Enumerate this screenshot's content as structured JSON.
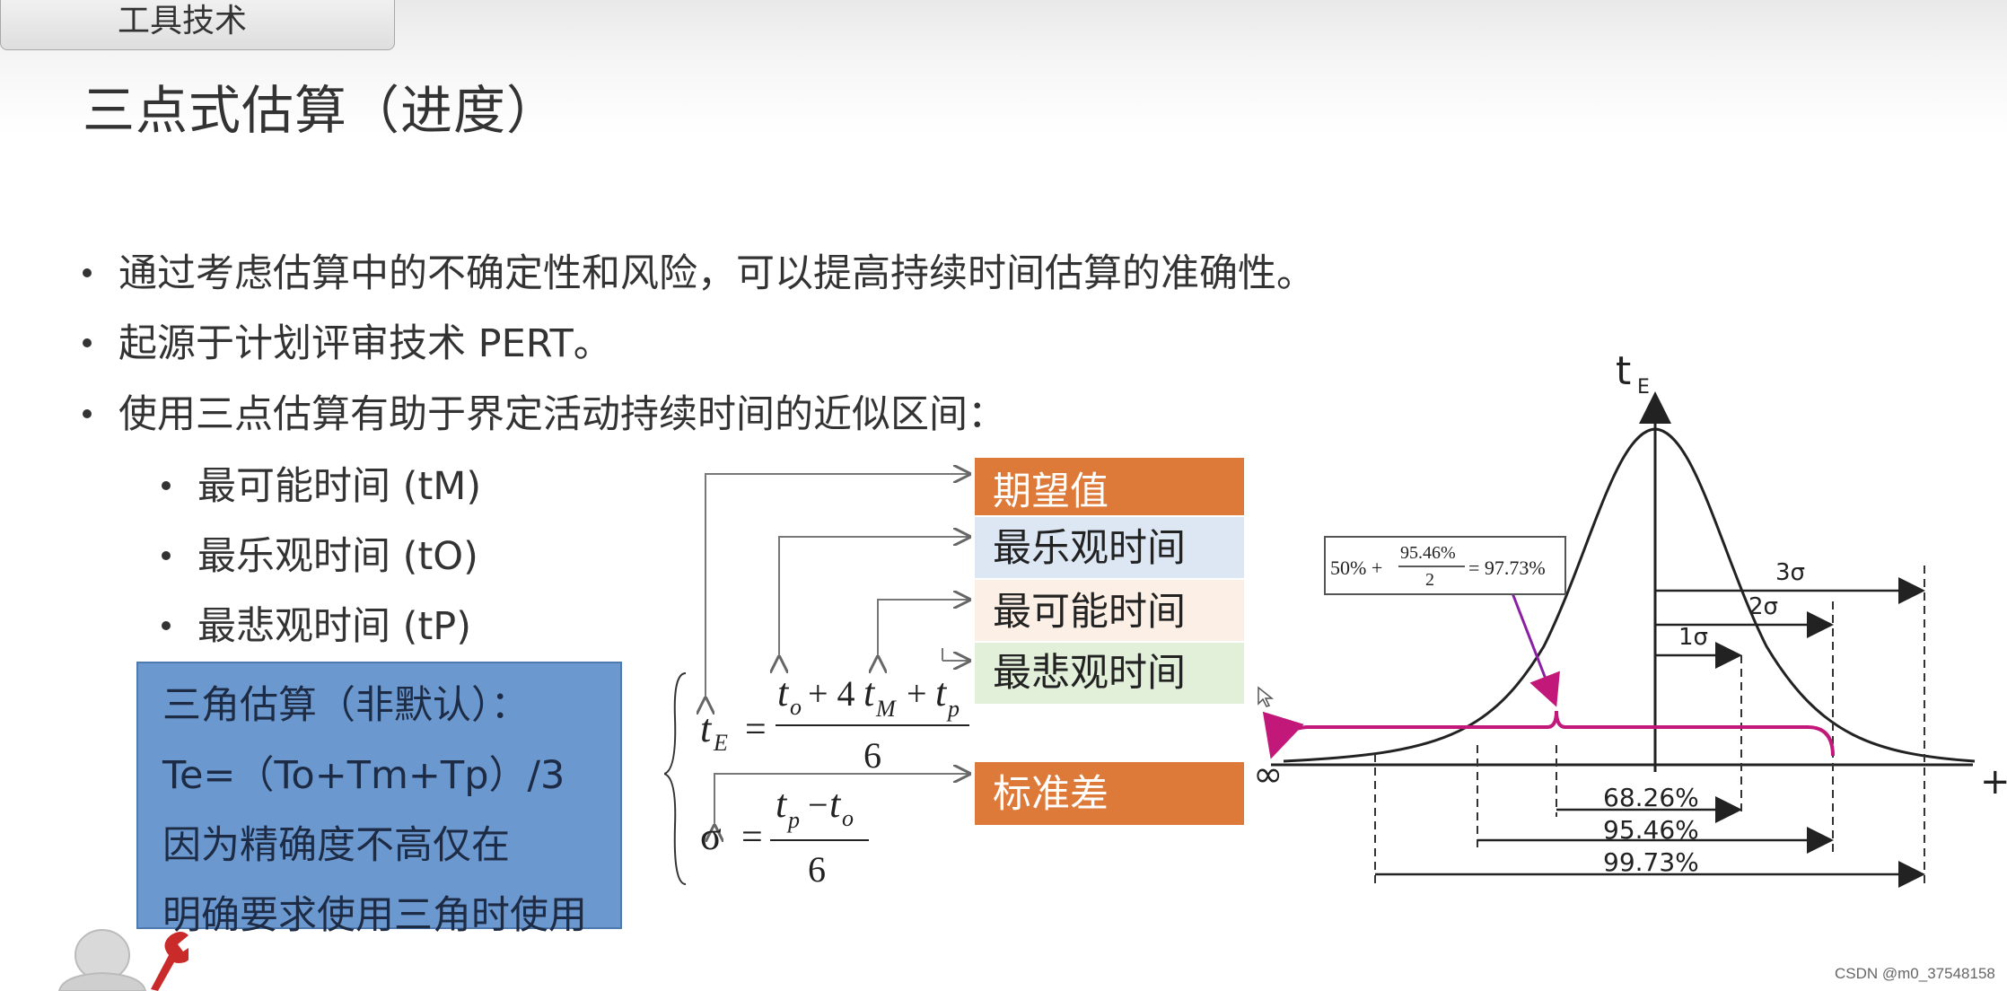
{
  "header": {
    "tab_label": "工具技术",
    "title": "三点式估算（进度）"
  },
  "bullets": [
    "通过考虑估算中的不确定性和风险，可以提高持续时间估算的准确性。",
    "起源于计划评审技术 PERT。",
    "使用三点估算有助于界定活动持续时间的近似区间："
  ],
  "sub_bullets": [
    "最可能时间 (tM)",
    "最乐观时间 (tO)",
    "最悲观时间 (tP)"
  ],
  "triangle_box": {
    "lines": [
      "三角估算（非默认）：",
      "Te=（To+Tm+Tp）/3",
      "因为精确度不高仅在",
      "明确要求使用三角时使用"
    ]
  },
  "formula": {
    "te_lhs": "t",
    "te_sub": "E",
    "eq": "=",
    "num_t1": "t",
    "num_sub1": "o",
    "num_plus1": "+ 4",
    "num_t2": "t",
    "num_sub2": "M",
    "num_plus2": "+",
    "num_t3": "t",
    "num_sub3": "p",
    "den": "6",
    "sigma": "σ",
    "sd_t1": "t",
    "sd_sub1": "p",
    "sd_minus": "−",
    "sd_t2": "t",
    "sd_sub2": "o",
    "sd_den": "6"
  },
  "labels": {
    "expected": "期望值",
    "optimistic": "最乐观时间",
    "most_likely": "最可能时间",
    "pessimistic": "最悲观时间",
    "std_dev": "标准差"
  },
  "bell": {
    "y_label": "t",
    "y_label_sub": "E",
    "minus_inf": "∞",
    "plus_sign": "+",
    "annotation": {
      "a": "50% +",
      "num": "95.46%",
      "den": "2",
      "result": "= 97.73%"
    },
    "sigma_labels": [
      "1σ",
      "2σ",
      "3σ"
    ],
    "percent_labels": [
      "68.26%",
      "95.46%",
      "99.73%"
    ]
  },
  "colors": {
    "orange": "#dd7a39",
    "blue_box": "#6b98cf",
    "magenta": "#c2187a"
  },
  "watermark": "CSDN @m0_37548158"
}
